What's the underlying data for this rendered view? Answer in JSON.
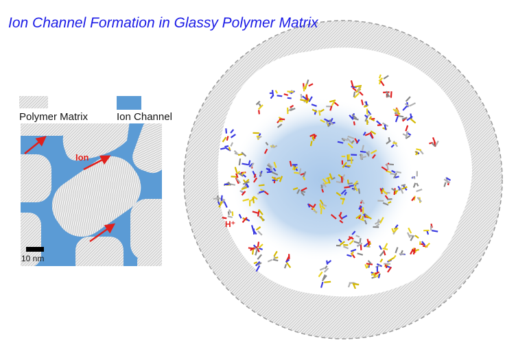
{
  "title": "Ion Channel Formation in Glassy Polymer Matrix",
  "legend": [
    {
      "label": "Polymer Matrix",
      "swatch": "hatched-gray"
    },
    {
      "label": "Ion Channel",
      "swatch": "#5b9bd5"
    }
  ],
  "left_panel": {
    "arrow_label": "Ion",
    "scale_bar": "10 nm"
  },
  "right_panel": {
    "proton_label": "H⁺"
  },
  "colors": {
    "title": "#1a1ae6",
    "channel": "#5b9bd5",
    "arrow": "#e0201c",
    "hatch": "#b5b5b5"
  }
}
